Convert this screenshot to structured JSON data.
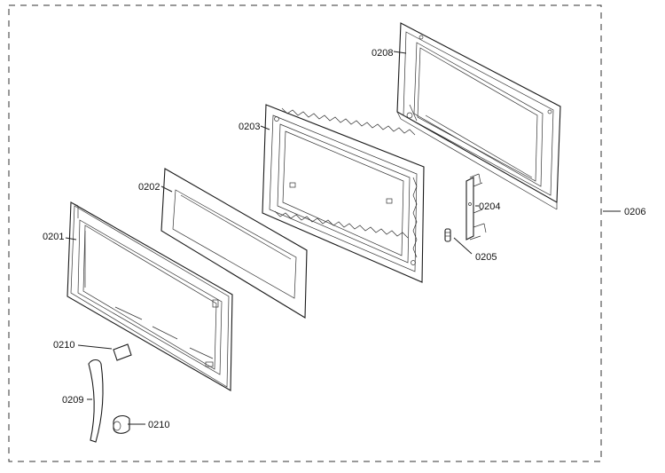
{
  "labels": {
    "door_frame": "0201",
    "glass_panel": "0202",
    "inner_door": "0203",
    "hinge_bracket": "0204",
    "spring": "0205",
    "assembly": "0206",
    "choke_seal": "0208",
    "handle": "0209",
    "handle_cap_top": "0210",
    "handle_cap_bottom": "0210"
  }
}
